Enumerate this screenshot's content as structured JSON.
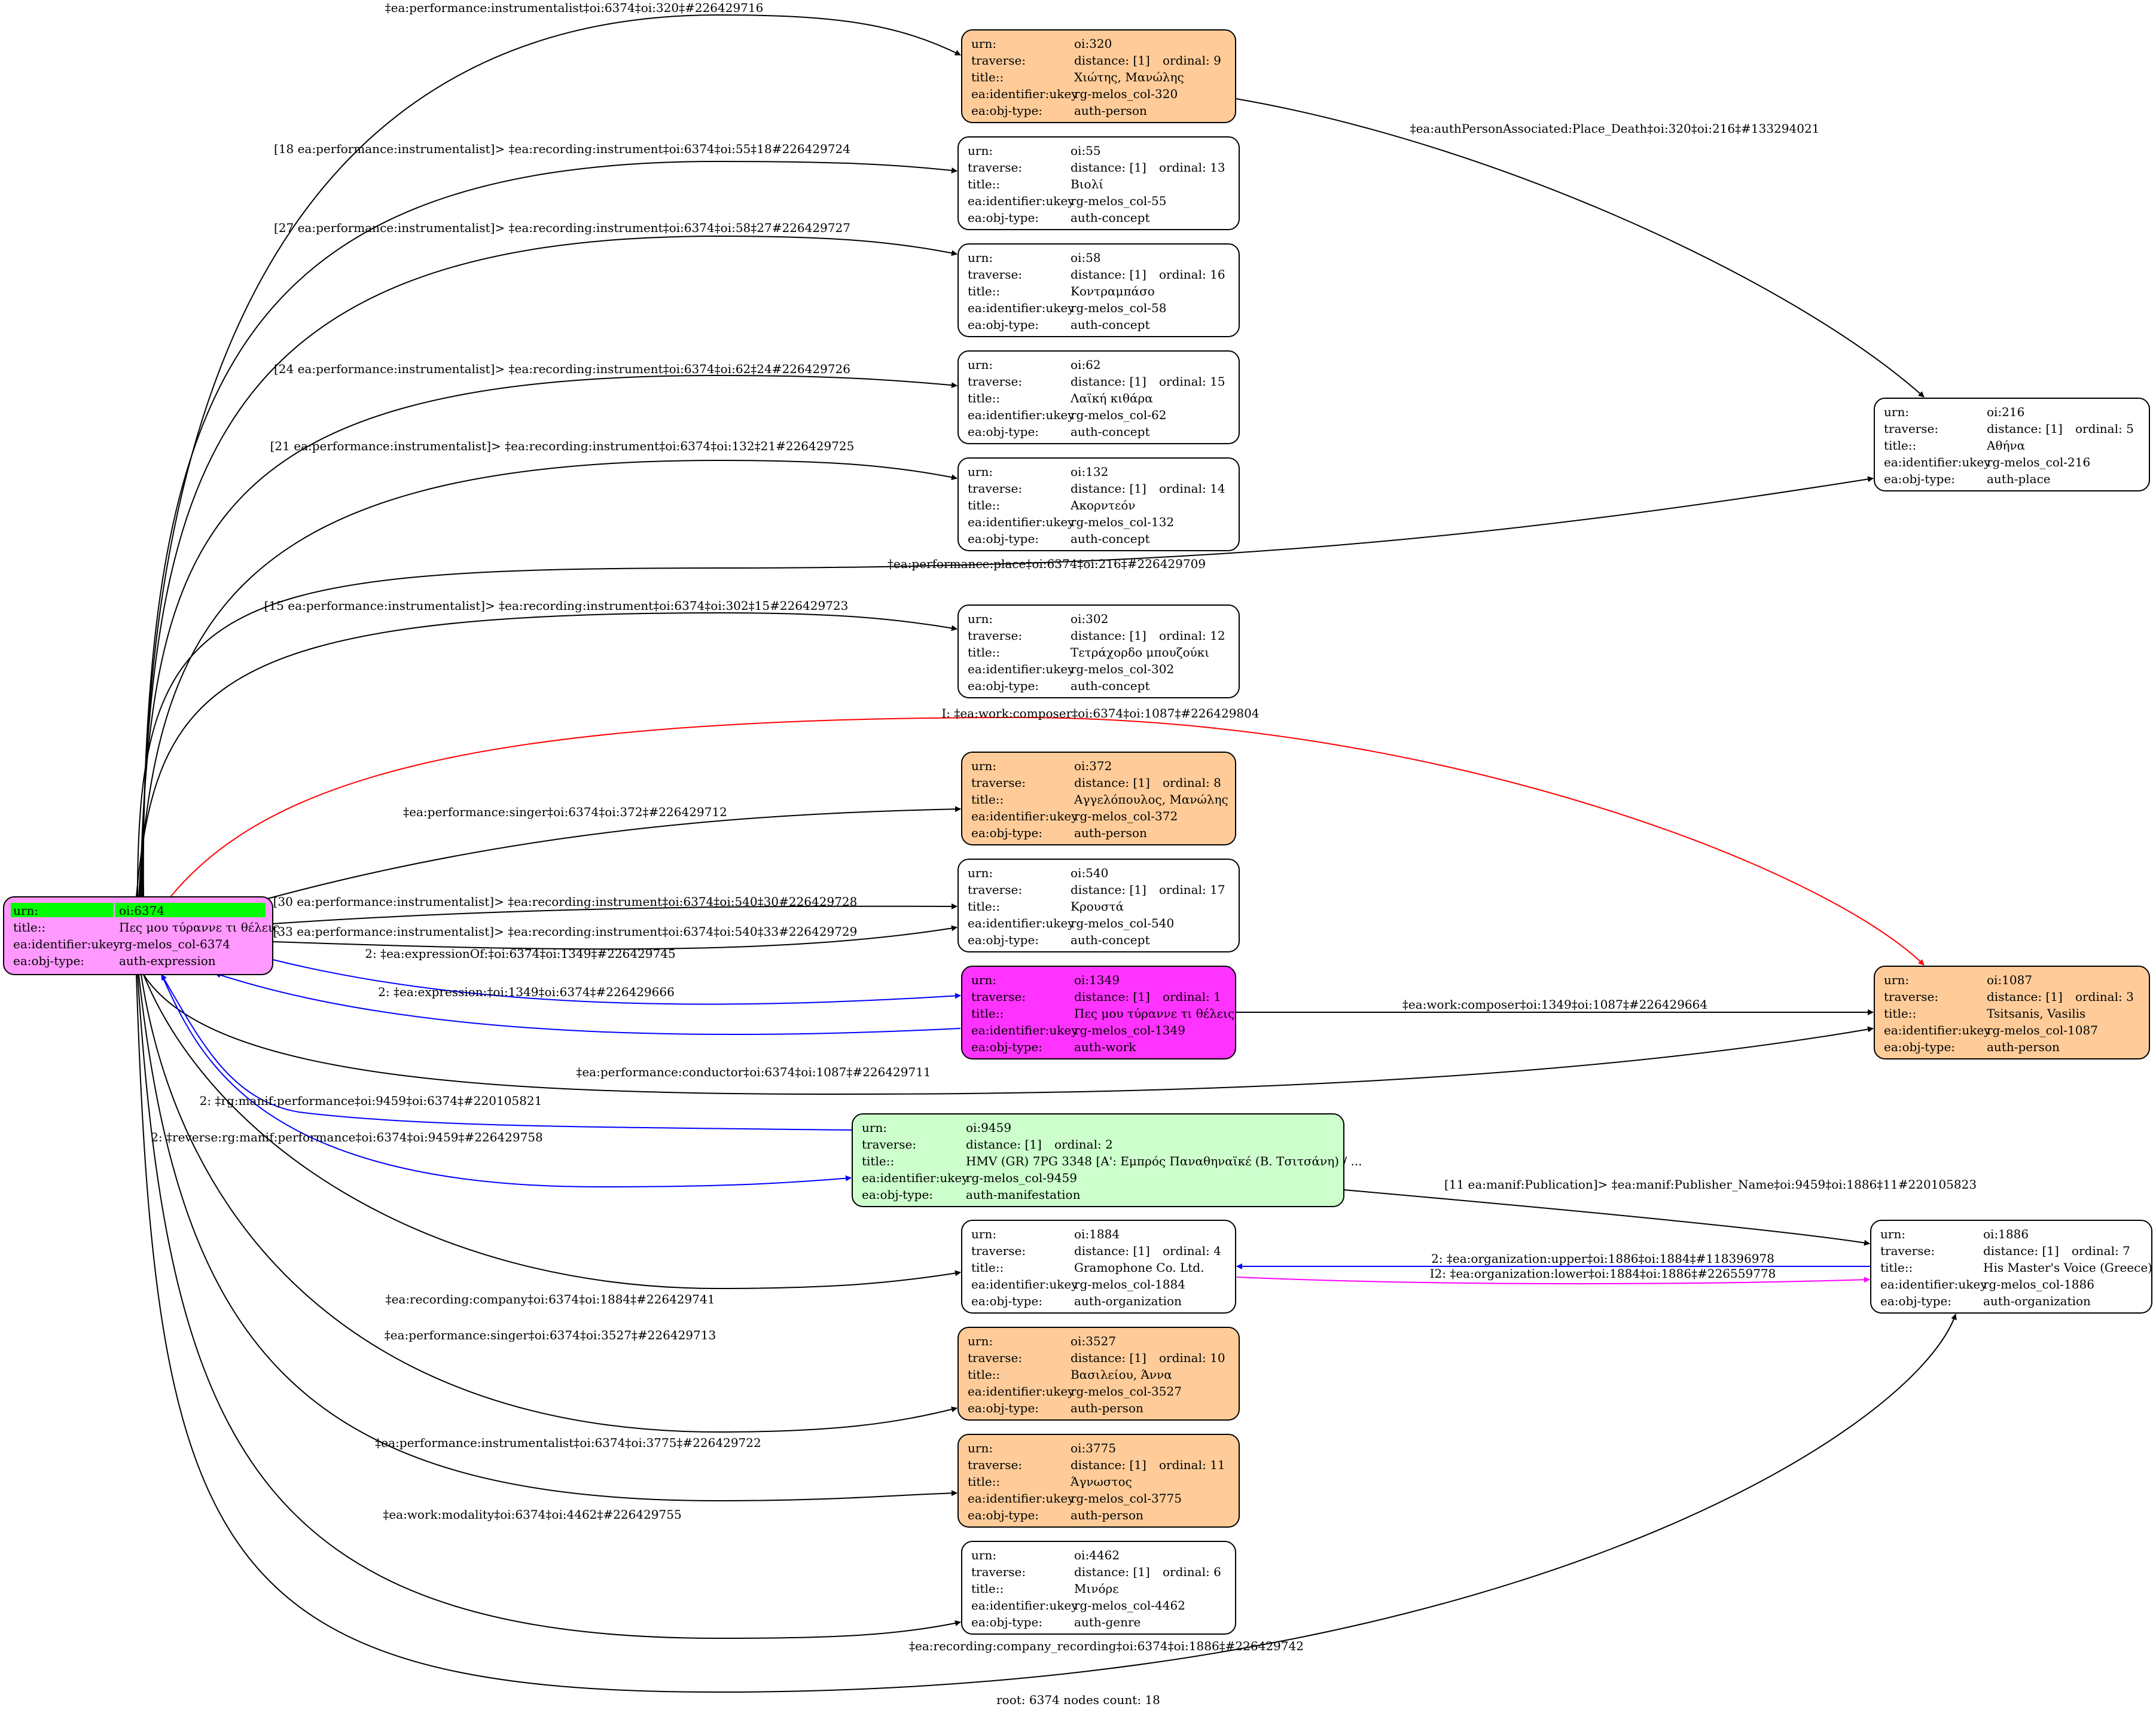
{
  "colors": {
    "person": "#ffcc99",
    "concept": "#ffffff",
    "place": "#ffffff",
    "organization": "#ffffff",
    "genre": "#ffffff",
    "work": "#ff33ff",
    "manifestation": "#ccffcc",
    "root": "#ff99ff",
    "root_highlight": "#00ff00",
    "edge_default": "#000000",
    "edge_blue": "#0000ff",
    "edge_red": "#ff0000",
    "edge_magenta": "#ff00ff"
  },
  "keys": {
    "urn": "urn:",
    "traverse": "traverse:",
    "title": "title::",
    "ukey": "ea:identifier:ukey",
    "objtype": "ea:obj-type:"
  },
  "root": {
    "id": "6374",
    "urn": "oi:6374",
    "title": "Πες μου τύραννε τι θέλεις",
    "ukey": "rg-melos_col-6374",
    "objtype": "auth-expression"
  },
  "nodes": [
    {
      "id": "320",
      "urn": "oi:320",
      "distance": "distance: [1]",
      "ordinal": "ordinal: 9",
      "title": "Χιώτης, Μανώλης",
      "ukey": "rg-melos_col-320",
      "objtype": "auth-person",
      "kind": "person"
    },
    {
      "id": "55",
      "urn": "oi:55",
      "distance": "distance: [1]",
      "ordinal": "ordinal: 13",
      "title": "Βιολί",
      "ukey": "rg-melos_col-55",
      "objtype": "auth-concept",
      "kind": "concept"
    },
    {
      "id": "58",
      "urn": "oi:58",
      "distance": "distance: [1]",
      "ordinal": "ordinal: 16",
      "title": "Κοντραμπάσο",
      "ukey": "rg-melos_col-58",
      "objtype": "auth-concept",
      "kind": "concept"
    },
    {
      "id": "62",
      "urn": "oi:62",
      "distance": "distance: [1]",
      "ordinal": "ordinal: 15",
      "title": "Λαϊκή κιθάρα",
      "ukey": "rg-melos_col-62",
      "objtype": "auth-concept",
      "kind": "concept"
    },
    {
      "id": "132",
      "urn": "oi:132",
      "distance": "distance: [1]",
      "ordinal": "ordinal: 14",
      "title": "Ακορντεόν",
      "ukey": "rg-melos_col-132",
      "objtype": "auth-concept",
      "kind": "concept"
    },
    {
      "id": "302",
      "urn": "oi:302",
      "distance": "distance: [1]",
      "ordinal": "ordinal: 12",
      "title": "Τετράχορδο μπουζούκι",
      "ukey": "rg-melos_col-302",
      "objtype": "auth-concept",
      "kind": "concept"
    },
    {
      "id": "372",
      "urn": "oi:372",
      "distance": "distance: [1]",
      "ordinal": "ordinal: 8",
      "title": "Αγγελόπουλος, Μανώλης",
      "ukey": "rg-melos_col-372",
      "objtype": "auth-person",
      "kind": "person"
    },
    {
      "id": "540",
      "urn": "oi:540",
      "distance": "distance: [1]",
      "ordinal": "ordinal: 17",
      "title": "Κρουστά",
      "ukey": "rg-melos_col-540",
      "objtype": "auth-concept",
      "kind": "concept"
    },
    {
      "id": "1349",
      "urn": "oi:1349",
      "distance": "distance: [1]",
      "ordinal": "ordinal: 1",
      "title": "Πες μου τύραννε τι θέλεις",
      "ukey": "rg-melos_col-1349",
      "objtype": "auth-work",
      "kind": "work"
    },
    {
      "id": "9459",
      "urn": "oi:9459",
      "distance": "distance: [1]",
      "ordinal": "ordinal: 2",
      "title": "HMV (GR) 7PG 3348 [A': Εμπρός Παναθηναϊκέ (Β. Τσιτσάνη) / ...",
      "ukey": "rg-melos_col-9459",
      "objtype": "auth-manifestation",
      "kind": "manifestation"
    },
    {
      "id": "1884",
      "urn": "oi:1884",
      "distance": "distance: [1]",
      "ordinal": "ordinal: 4",
      "title": "Gramophone Co. Ltd.",
      "ukey": "rg-melos_col-1884",
      "objtype": "auth-organization",
      "kind": "organization"
    },
    {
      "id": "3527",
      "urn": "oi:3527",
      "distance": "distance: [1]",
      "ordinal": "ordinal: 10",
      "title": "Βασιλείου, Άννα",
      "ukey": "rg-melos_col-3527",
      "objtype": "auth-person",
      "kind": "person"
    },
    {
      "id": "3775",
      "urn": "oi:3775",
      "distance": "distance: [1]",
      "ordinal": "ordinal: 11",
      "title": "Άγνωστος",
      "ukey": "rg-melos_col-3775",
      "objtype": "auth-person",
      "kind": "person"
    },
    {
      "id": "4462",
      "urn": "oi:4462",
      "distance": "distance: [1]",
      "ordinal": "ordinal: 6",
      "title": "Μινόρε",
      "ukey": "rg-melos_col-4462",
      "objtype": "auth-genre",
      "kind": "genre"
    },
    {
      "id": "216",
      "urn": "oi:216",
      "distance": "distance: [1]",
      "ordinal": "ordinal: 5",
      "title": "Αθήνα",
      "ukey": "rg-melos_col-216",
      "objtype": "auth-place",
      "kind": "place"
    },
    {
      "id": "1087",
      "urn": "oi:1087",
      "distance": "distance: [1]",
      "ordinal": "ordinal: 3",
      "title": "Tsitsanis, Vasilis",
      "ukey": "rg-melos_col-1087",
      "objtype": "auth-person",
      "kind": "person"
    },
    {
      "id": "1886",
      "urn": "oi:1886",
      "distance": "distance: [1]",
      "ordinal": "ordinal: 7",
      "title": "His Master's Voice (Greece)",
      "ukey": "rg-melos_col-1886",
      "objtype": "auth-organization",
      "kind": "organization"
    }
  ],
  "edges": [
    {
      "from": "6374",
      "to": "320",
      "label": "‡ea:performance:instrumentalist‡oi:6374‡oi:320‡#226429716",
      "color": "edge_default"
    },
    {
      "from": "6374",
      "to": "55",
      "label": "[18 ea:performance:instrumentalist]> ‡ea:recording:instrument‡oi:6374‡oi:55‡18#226429724",
      "color": "edge_default"
    },
    {
      "from": "6374",
      "to": "58",
      "label": "[27 ea:performance:instrumentalist]> ‡ea:recording:instrument‡oi:6374‡oi:58‡27#226429727",
      "color": "edge_default"
    },
    {
      "from": "6374",
      "to": "62",
      "label": "[24 ea:performance:instrumentalist]> ‡ea:recording:instrument‡oi:6374‡oi:62‡24#226429726",
      "color": "edge_default"
    },
    {
      "from": "6374",
      "to": "132",
      "label": "[21 ea:performance:instrumentalist]> ‡ea:recording:instrument‡oi:6374‡oi:132‡21#226429725",
      "color": "edge_default"
    },
    {
      "from": "6374",
      "to": "216",
      "label": "‡ea:performance:place‡oi:6374‡oi:216‡#226429709",
      "color": "edge_default"
    },
    {
      "from": "6374",
      "to": "302",
      "label": "[15 ea:performance:instrumentalist]> ‡ea:recording:instrument‡oi:6374‡oi:302‡15#226429723",
      "color": "edge_default"
    },
    {
      "from": "6374",
      "to": "1087",
      "label": "I: ‡ea:work:composer‡oi:6374‡oi:1087‡#226429804",
      "color": "edge_red"
    },
    {
      "from": "6374",
      "to": "372",
      "label": "‡ea:performance:singer‡oi:6374‡oi:372‡#226429712",
      "color": "edge_default"
    },
    {
      "from": "6374",
      "to": "540",
      "label": "[30 ea:performance:instrumentalist]> ‡ea:recording:instrument‡oi:6374‡oi:540‡30#226429728",
      "color": "edge_default"
    },
    {
      "from": "6374",
      "to": "540",
      "label": "[33 ea:performance:instrumentalist]> ‡ea:recording:instrument‡oi:6374‡oi:540‡33#226429729",
      "color": "edge_default"
    },
    {
      "from": "6374",
      "to": "1349",
      "label": "2: ‡ea:expressionOf:‡oi:6374‡oi:1349‡#226429745",
      "color": "edge_blue"
    },
    {
      "from": "1349",
      "to": "6374",
      "label": "2: ‡ea:expression:‡oi:1349‡oi:6374‡#226429666",
      "color": "edge_blue"
    },
    {
      "from": "1349",
      "to": "1087",
      "label": "‡ea:work:composer‡oi:1349‡oi:1087‡#226429664",
      "color": "edge_default"
    },
    {
      "from": "6374",
      "to": "1087",
      "label": "‡ea:performance:conductor‡oi:6374‡oi:1087‡#226429711",
      "color": "edge_default"
    },
    {
      "from": "9459",
      "to": "6374",
      "label": "2: ‡rg:manif:performance‡oi:9459‡oi:6374‡#220105821",
      "color": "edge_blue"
    },
    {
      "from": "6374",
      "to": "9459",
      "label": "2: ‡reverse:rg:manif:performance‡oi:6374‡oi:9459‡#226429758",
      "color": "edge_blue"
    },
    {
      "from": "6374",
      "to": "1884",
      "label": "‡ea:recording:company‡oi:6374‡oi:1884‡#226429741",
      "color": "edge_default"
    },
    {
      "from": "9459",
      "to": "1886",
      "label": "[11 ea:manif:Publication]> ‡ea:manif:Publisher_Name‡oi:9459‡oi:1886‡11#220105823",
      "color": "edge_default"
    },
    {
      "from": "1886",
      "to": "1884",
      "label": "2: ‡ea:organization:upper‡oi:1886‡oi:1884‡#118396978",
      "color": "edge_blue"
    },
    {
      "from": "1884",
      "to": "1886",
      "label": "I2: ‡ea:organization:lower‡oi:1884‡oi:1886‡#226559778",
      "color": "edge_magenta"
    },
    {
      "from": "6374",
      "to": "3527",
      "label": "‡ea:performance:singer‡oi:6374‡oi:3527‡#226429713",
      "color": "edge_default"
    },
    {
      "from": "6374",
      "to": "3775",
      "label": "‡ea:performance:instrumentalist‡oi:6374‡oi:3775‡#226429722",
      "color": "edge_default"
    },
    {
      "from": "6374",
      "to": "4462",
      "label": "‡ea:work:modality‡oi:6374‡oi:4462‡#226429755",
      "color": "edge_default"
    },
    {
      "from": "6374",
      "to": "1886",
      "label": "‡ea:recording:company_recording‡oi:6374‡oi:1886‡#226429742",
      "color": "edge_default"
    },
    {
      "from": "320",
      "to": "216",
      "label": "‡ea:authPersonAssociated:Place_Death‡oi:320‡oi:216‡#133294021",
      "color": "edge_default"
    }
  ],
  "footer": "root: 6374 nodes count: 18"
}
